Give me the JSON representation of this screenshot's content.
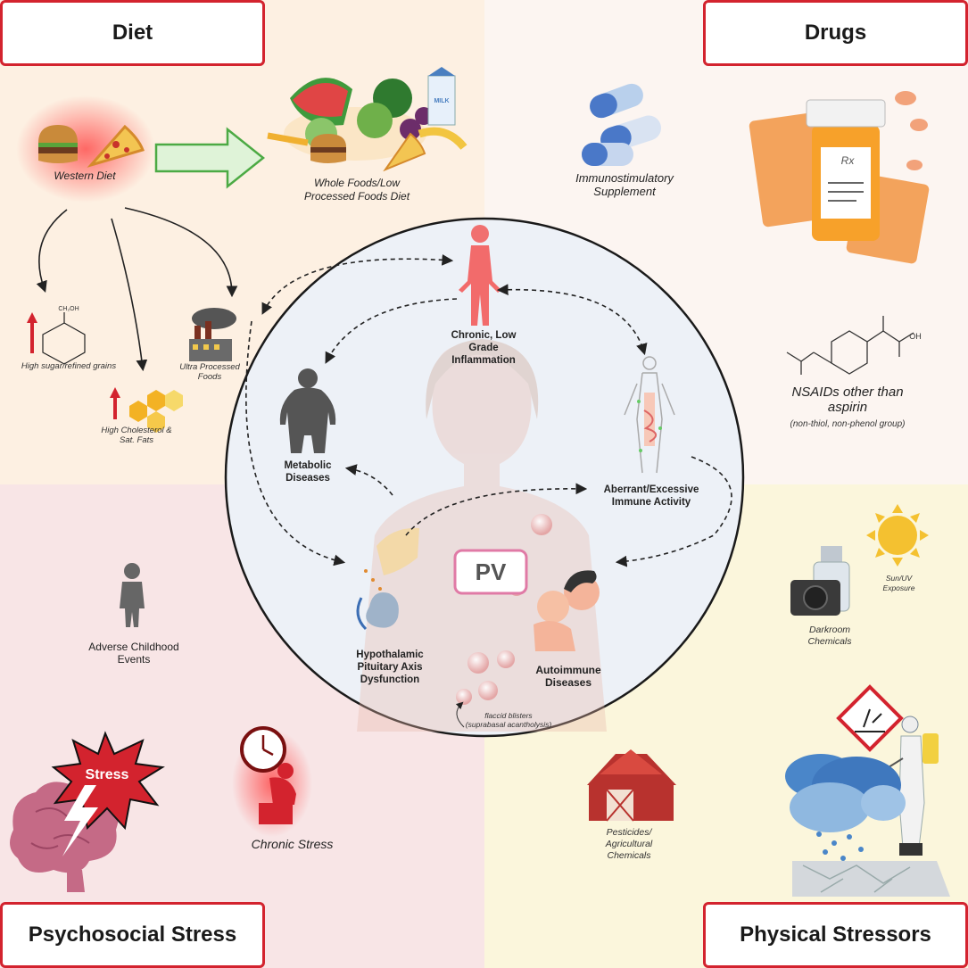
{
  "quadrants": {
    "diet": {
      "title": "Diet"
    },
    "drugs": {
      "title": "Drugs"
    },
    "psychosocial": {
      "title": "Psychosocial Stress"
    },
    "physical": {
      "title": "Physical Stressors"
    }
  },
  "diet": {
    "western": "Western Diet",
    "whole_foods": "Whole Foods/Low Processed Foods Diet",
    "sugar": "High sugar/refined grains",
    "cholesterol": "High Cholesterol & Sat. Fats",
    "ultra": "Ultra Processed Foods",
    "glucose_label": "CH₂OH",
    "carton_label": "MILK"
  },
  "drugs": {
    "supplement": "Immunostimulatory Supplement",
    "nsaid_title": "NSAIDs other than aspirin",
    "nsaid_note": "(non-thiol, non-phenol group)",
    "oh_label": "OH",
    "rx_label": "Rx"
  },
  "center": {
    "pv": "PV",
    "inflammation": "Chronic, Low Grade Inflammation",
    "metabolic": "Metabolic Diseases",
    "immune": "Aberrant/Excessive Immune Activity",
    "hpa": "Hypothalamic Pituitary Axis Dysfunction",
    "autoimmune": "Autoimmune Diseases",
    "blisters": "flaccid blisters",
    "blisters_note": "(suprabasal acantholysis)"
  },
  "psychosocial": {
    "adverse": "Adverse Childhood Events",
    "stress_badge": "Stress",
    "chronic": "Chronic Stress"
  },
  "physical": {
    "sun": "Sun/UV Exposure",
    "darkroom": "Darkroom Chemicals",
    "pesticides": "Pesticides/ Agricultural Chemicals"
  },
  "colors": {
    "accent": "#d3232e",
    "pv": "#e07aa6"
  }
}
